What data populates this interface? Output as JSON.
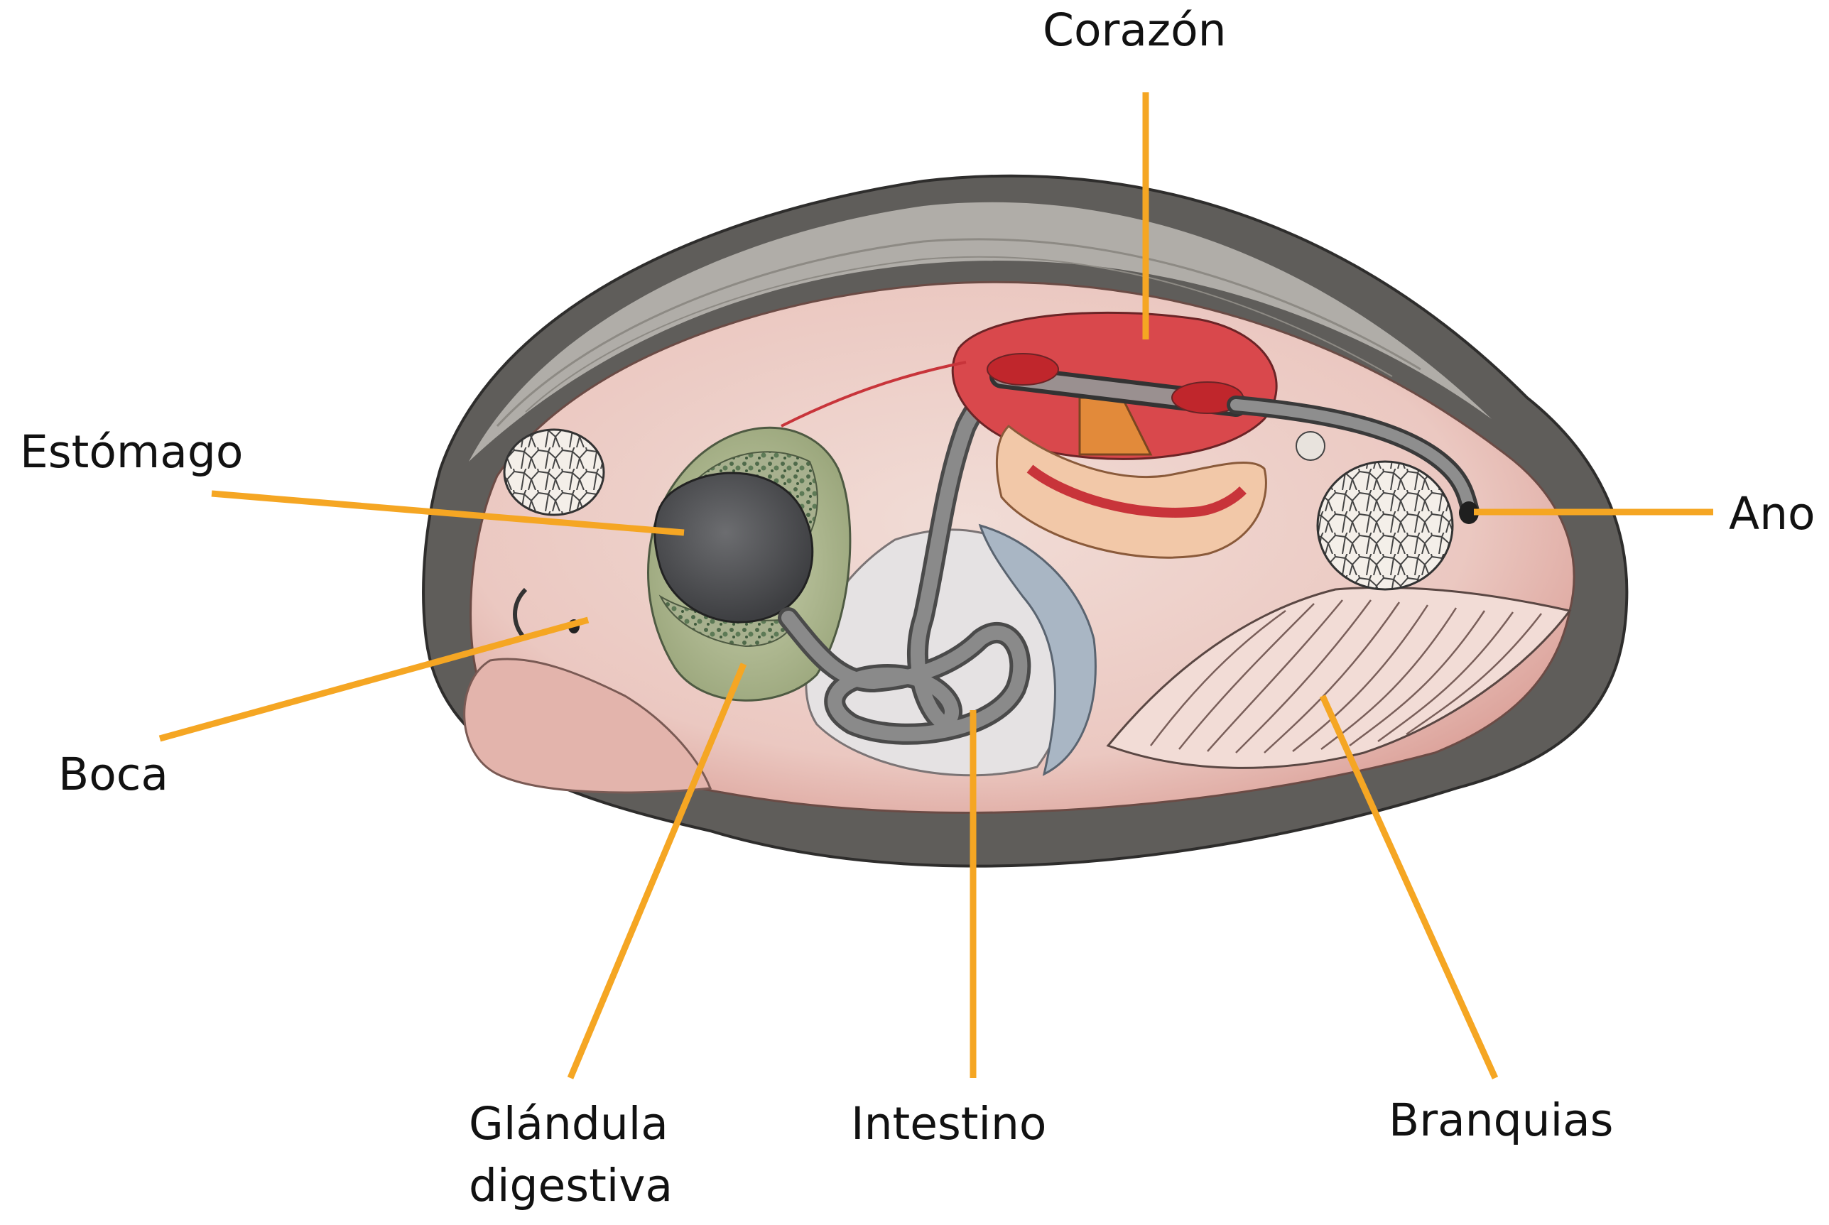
{
  "labels": {
    "heart": "Corazón",
    "stomach": "Estómago",
    "anus": "Ano",
    "mouth": "Boca",
    "digestive_gland_line1": "Glándula",
    "digestive_gland_line2": "digestiva",
    "intestine": "Intestino",
    "gills": "Branquias"
  },
  "colors": {
    "leader": "#F5A623",
    "shell": "#5f5d5a",
    "body": "#ebcbc6",
    "heart": "#d9484c",
    "gland": "#b9c29c",
    "stomach": "#55575a",
    "intestine": "#7d7d7d"
  }
}
